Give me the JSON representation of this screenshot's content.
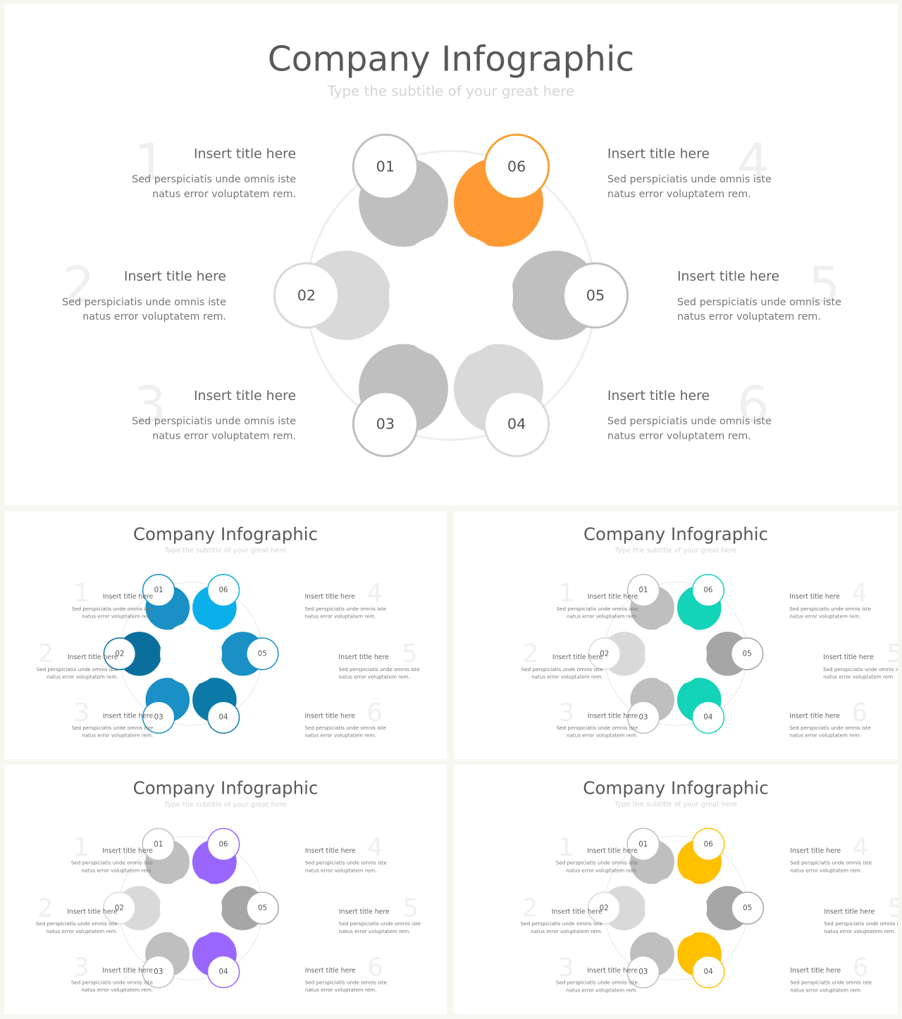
{
  "title": "Company Infographic",
  "subtitle": "Type the subtitle of your great here",
  "items": [
    {
      "big": "1",
      "title": "Insert title here",
      "line1": "Sed perspiciatis unde omnis iste",
      "line2": "natus error voluptatem rem."
    },
    {
      "big": "2",
      "title": "Insert title here",
      "line1": "Sed perspiciatis unde omnis iste",
      "line2": "natus error voluptatem rem."
    },
    {
      "big": "3",
      "title": "Insert title here",
      "line1": "Sed perspiciatis unde omnis iste",
      "line2": "natus error voluptatem rem."
    },
    {
      "big": "4",
      "title": "Insert title here",
      "line1": "Sed perspiciatis unde omnis iste",
      "line2": "natus error voluptatem rem."
    },
    {
      "big": "5",
      "title": "Insert title here",
      "line1": "Sed perspiciatis unde omnis iste",
      "line2": "natus error voluptatem rem."
    },
    {
      "big": "6",
      "title": "Insert title here",
      "line1": "Sed perspiciatis unde omnis iste",
      "line2": "natus error voluptatem rem."
    }
  ],
  "nodes": [
    "01",
    "02",
    "03",
    "04",
    "05",
    "06"
  ],
  "variants": [
    {
      "petal_colors": [
        "#bfbfbf",
        "#d9d9d9",
        "#bfbfbf",
        "#d9d9d9",
        "#bfbfbf",
        "#ff9933"
      ],
      "ring_colors": [
        "#bfbfbf",
        "#d9d9d9",
        "#bfbfbf",
        "#d9d9d9",
        "#bfbfbf",
        "#f7a032"
      ]
    },
    {
      "petal_colors": [
        "#1a90c6",
        "#0b6f9d",
        "#1a90c6",
        "#0b7aa8",
        "#1a90c6",
        "#0bb0ea"
      ],
      "ring_colors": [
        "#1a90c6",
        "#0b6f9d",
        "#1a90c6",
        "#0b7aa8",
        "#1a90c6",
        "#0bb0ea"
      ]
    },
    {
      "petal_colors": [
        "#bfbfbf",
        "#d9d9d9",
        "#bfbfbf",
        "#13d3b8",
        "#a6a6a6",
        "#13d3b8"
      ],
      "ring_colors": [
        "#bfbfbf",
        "#d9d9d9",
        "#bfbfbf",
        "#13d3b8",
        "#a6a6a6",
        "#13d3b8"
      ]
    },
    {
      "petal_colors": [
        "#bfbfbf",
        "#d9d9d9",
        "#bfbfbf",
        "#9966ff",
        "#a6a6a6",
        "#9966ff"
      ],
      "ring_colors": [
        "#bfbfbf",
        "#d9d9d9",
        "#bfbfbf",
        "#9966ff",
        "#a6a6a6",
        "#9966ff"
      ]
    },
    {
      "petal_colors": [
        "#bfbfbf",
        "#d9d9d9",
        "#bfbfbf",
        "#ffc000",
        "#a6a6a6",
        "#ffc000"
      ],
      "ring_colors": [
        "#bfbfbf",
        "#d9d9d9",
        "#bfbfbf",
        "#ffc000",
        "#a6a6a6",
        "#ffc000"
      ]
    }
  ]
}
